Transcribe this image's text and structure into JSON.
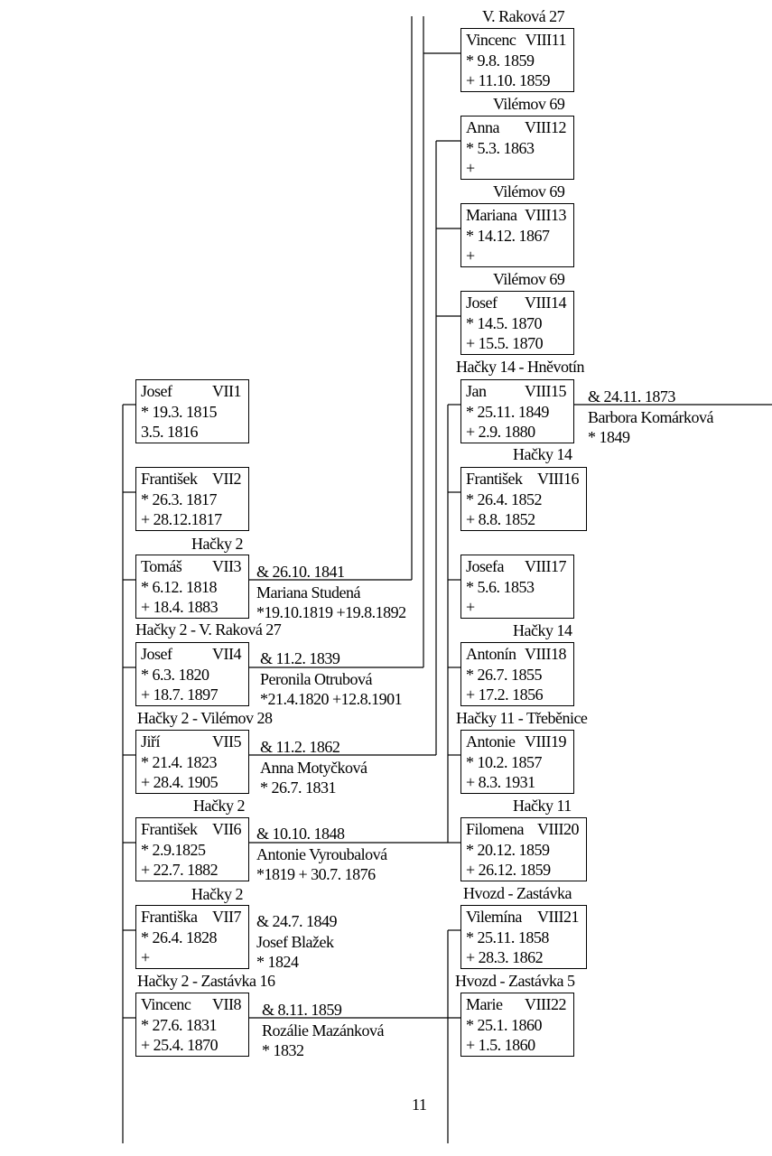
{
  "page_number": "11",
  "generation_vii": [
    {
      "name": "Josef",
      "code": "VII1",
      "birth": "* 19.3. 1815",
      "death": "3.5. 1816",
      "place": ""
    },
    {
      "name": "František",
      "code": "VII2",
      "birth": "* 26.3. 1817",
      "death": "+ 28.12.1817",
      "place": ""
    },
    {
      "name": "Tomáš",
      "code": "VII3",
      "birth": "* 6.12. 1818",
      "death": "+ 18.4. 1883",
      "place": "Hačky 2"
    },
    {
      "name": "Josef",
      "code": "VII4",
      "birth": "* 6.3. 1820",
      "death": "+ 18.7. 1897",
      "place": "Hačky 2  - V. Raková 27"
    },
    {
      "name": "Jiří",
      "code": "VII5",
      "birth": "* 21.4. 1823",
      "death": "+ 28.4. 1905",
      "place": "Hačky 2 - Vilémov 28"
    },
    {
      "name": "František",
      "code": "VII6",
      "birth": "* 2.9.1825",
      "death": "+ 22.7. 1882",
      "place": "Hačky 2"
    },
    {
      "name": "Františka",
      "code": "VII7",
      "birth": "* 26.4. 1828",
      "death": "+",
      "place": "Hačky 2"
    },
    {
      "name": "Vincenc",
      "code": "VII8",
      "birth": "* 27.6. 1831",
      "death": "+ 25.4. 1870",
      "place": "Hačky 2 - Zastávka 16"
    }
  ],
  "marriages_vii": [
    {
      "date": "& 26.10. 1841",
      "spouse": "Mariana Studená",
      "dates": "*19.10.1819 +19.8.1892"
    },
    {
      "date": "& 11.2. 1839",
      "spouse": "Peronila Otrubová",
      "dates": "*21.4.1820  +12.8.1901"
    },
    {
      "date": "& 11.2. 1862",
      "spouse": "Anna Motyčková",
      "dates": "* 26.7. 1831"
    },
    {
      "date": "& 10.10. 1848",
      "spouse": "Antonie Vyroubalová",
      "dates": "*1819 + 30.7. 1876"
    },
    {
      "date": "& 24.7. 1849",
      "spouse": "Josef Blažek",
      "dates": "* 1824"
    },
    {
      "date": "& 8.11. 1859",
      "spouse": "Rozálie Mazánková",
      "dates": "* 1832"
    }
  ],
  "generation_viii": [
    {
      "name": "Vincenc",
      "code": "VIII11",
      "birth": "* 9.8. 1859",
      "death": "+ 11.10. 1859",
      "place": "V. Raková 27"
    },
    {
      "name": "Anna",
      "code": "VIII12",
      "birth": "* 5.3. 1863",
      "death": "+",
      "place": "Vilémov 69"
    },
    {
      "name": "Mariana",
      "code": "VIII13",
      "birth": "* 14.12. 1867",
      "death": "+",
      "place": "Vilémov 69"
    },
    {
      "name": "Josef",
      "code": "VIII14",
      "birth": "* 14.5. 1870",
      "death": "+ 15.5. 1870",
      "place": "Vilémov 69"
    },
    {
      "name": "Jan",
      "code": "VIII15",
      "birth": "* 25.11. 1849",
      "death": "+  2.9. 1880",
      "place": "Hačky 14 - Hněvotín"
    },
    {
      "name": "František",
      "code": "VIII16",
      "birth": "* 26.4. 1852",
      "death": "+ 8.8. 1852",
      "place": "Hačky 14"
    },
    {
      "name": "Josefa",
      "code": "VIII17",
      "birth": "* 5.6. 1853",
      "death": "+",
      "place": ""
    },
    {
      "name": "Antonín",
      "code": "VIII18",
      "birth": "* 26.7. 1855",
      "death": "+ 17.2. 1856",
      "place": "Hačky 14"
    },
    {
      "name": "Antonie",
      "code": "VIII19",
      "birth": "* 10.2. 1857",
      "death": "+ 8.3. 1931",
      "place": "Hačky 11 - Třeběnice"
    },
    {
      "name": "Filomena",
      "code": "VIII20",
      "birth": "* 20.12. 1859",
      "death": "+ 26.12. 1859",
      "place": "Hačky 11"
    },
    {
      "name": "Vilemína",
      "code": "VIII21",
      "birth": "* 25.11. 1858",
      "death": "+ 28.3. 1862",
      "place": "Hvozd - Zastávka"
    },
    {
      "name": "Marie",
      "code": "VIII22",
      "birth": "* 25.1. 1860",
      "death": "+ 1.5. 1860",
      "place": "Hvozd - Zastávka 5"
    }
  ],
  "marriage_viii15": {
    "date": "& 24.11. 1873",
    "spouse": "Barbora  Komárková",
    "dates": "* 1849"
  }
}
